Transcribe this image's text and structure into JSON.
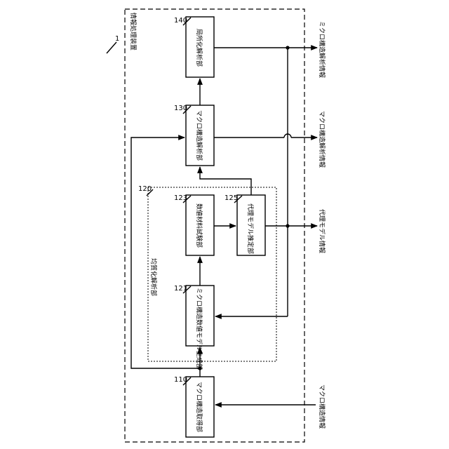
{
  "device": {
    "label": "情報処理装置",
    "ref": "1"
  },
  "blocks": [
    {
      "id": "b110",
      "ref": "110",
      "label": "マクロ構造取得部"
    },
    {
      "id": "b121",
      "ref": "121",
      "label": "ミクロ構造数値モデル生成部"
    },
    {
      "id": "b123",
      "ref": "123",
      "label": "数値材料試験部"
    },
    {
      "id": "b125",
      "ref": "125",
      "label": "代理モデル推定部"
    },
    {
      "id": "b130",
      "ref": "130",
      "label": "マクロ構造解析部"
    },
    {
      "id": "b140",
      "ref": "140",
      "label": "局所化解析部"
    }
  ],
  "group": {
    "ref": "120",
    "label": "均質化解析部"
  },
  "io": {
    "input": "マクロ構造情報",
    "output_surrogate": "代理モデル情報",
    "output_macro": "マクロ構造解析情報",
    "output_micro": "ミクロ構造解析情報"
  },
  "colors": {
    "ink": "#000000",
    "background": "#ffffff"
  }
}
